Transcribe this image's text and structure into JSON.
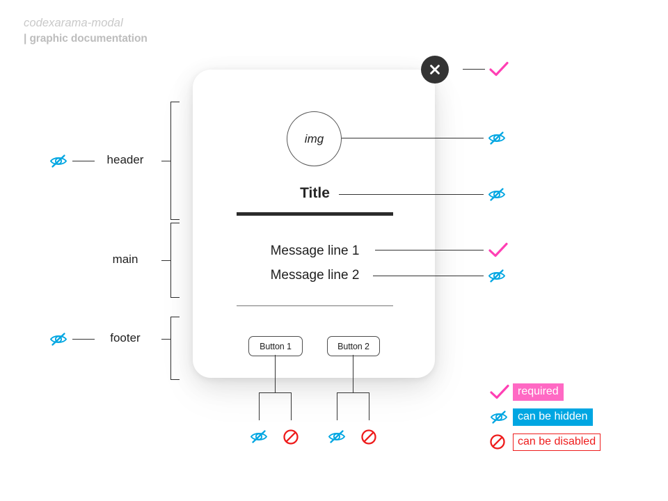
{
  "brand": {
    "title": "codexarama-modal",
    "subtitle": "| graphic documentation"
  },
  "modal": {
    "close_icon": "close-x-icon",
    "image_placeholder": "img",
    "title": "Title",
    "message_lines": [
      "Message line 1",
      "Message line 2"
    ],
    "buttons": [
      {
        "label": "Button 1"
      },
      {
        "label": "Button 2"
      }
    ]
  },
  "sections": [
    {
      "key": "header",
      "label": "header",
      "icon": "eye-hidden-icon"
    },
    {
      "key": "main",
      "label": "main",
      "icon": ""
    },
    {
      "key": "footer",
      "label": "footer",
      "icon": "eye-hidden-icon"
    }
  ],
  "annotations": {
    "close": "check-icon",
    "image": "eye-hidden-icon",
    "title": "eye-hidden-icon",
    "message_line_1": "check-icon",
    "message_line_2": "eye-hidden-icon",
    "button_1": [
      "eye-hidden-icon",
      "disabled-icon"
    ],
    "button_2": [
      "eye-hidden-icon",
      "disabled-icon"
    ]
  },
  "legend": {
    "items": [
      {
        "icon": "check-icon",
        "label": "required"
      },
      {
        "icon": "eye-hidden-icon",
        "label": "can be hidden"
      },
      {
        "icon": "disabled-icon",
        "label": "can be disabled"
      }
    ]
  },
  "colors": {
    "required_pink": "#ff69c4",
    "hidden_cyan": "#00a6e2",
    "disabled_red": "#ee1c1c",
    "close_dark": "#333333",
    "line_dark": "#333333",
    "brand_gray": "#c4c4c4"
  }
}
